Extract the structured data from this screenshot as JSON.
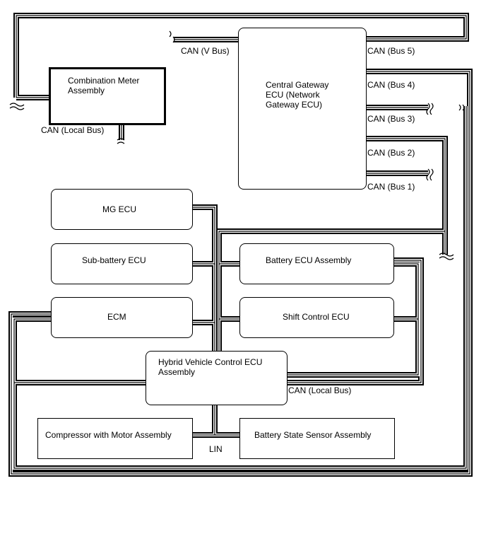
{
  "components": {
    "combination_meter": "Combination Meter\nAssembly",
    "central_gateway": "Central Gateway\nECU (Network\nGateway ECU)",
    "mg_ecu": "MG ECU",
    "sub_battery_ecu": "Sub-battery ECU",
    "battery_ecu": "Battery ECU Assembly",
    "ecm": "ECM",
    "shift_control_ecu": "Shift Control ECU",
    "hybrid_ecu": "Hybrid Vehicle Control ECU\nAssembly",
    "compressor": "Compressor with Motor Assembly",
    "battery_state_sensor": "Battery State Sensor Assembly"
  },
  "bus_labels": {
    "can_v_bus": "CAN (V Bus)",
    "can_bus5": "CAN (Bus 5)",
    "can_bus4": "CAN (Bus 4)",
    "can_bus3": "CAN (Bus 3)",
    "can_bus2": "CAN (Bus 2)",
    "can_bus1": "CAN (Bus 1)",
    "can_local_meter": "CAN (Local Bus)",
    "can_local_hv": "CAN (Local Bus)",
    "lin": "LIN"
  }
}
